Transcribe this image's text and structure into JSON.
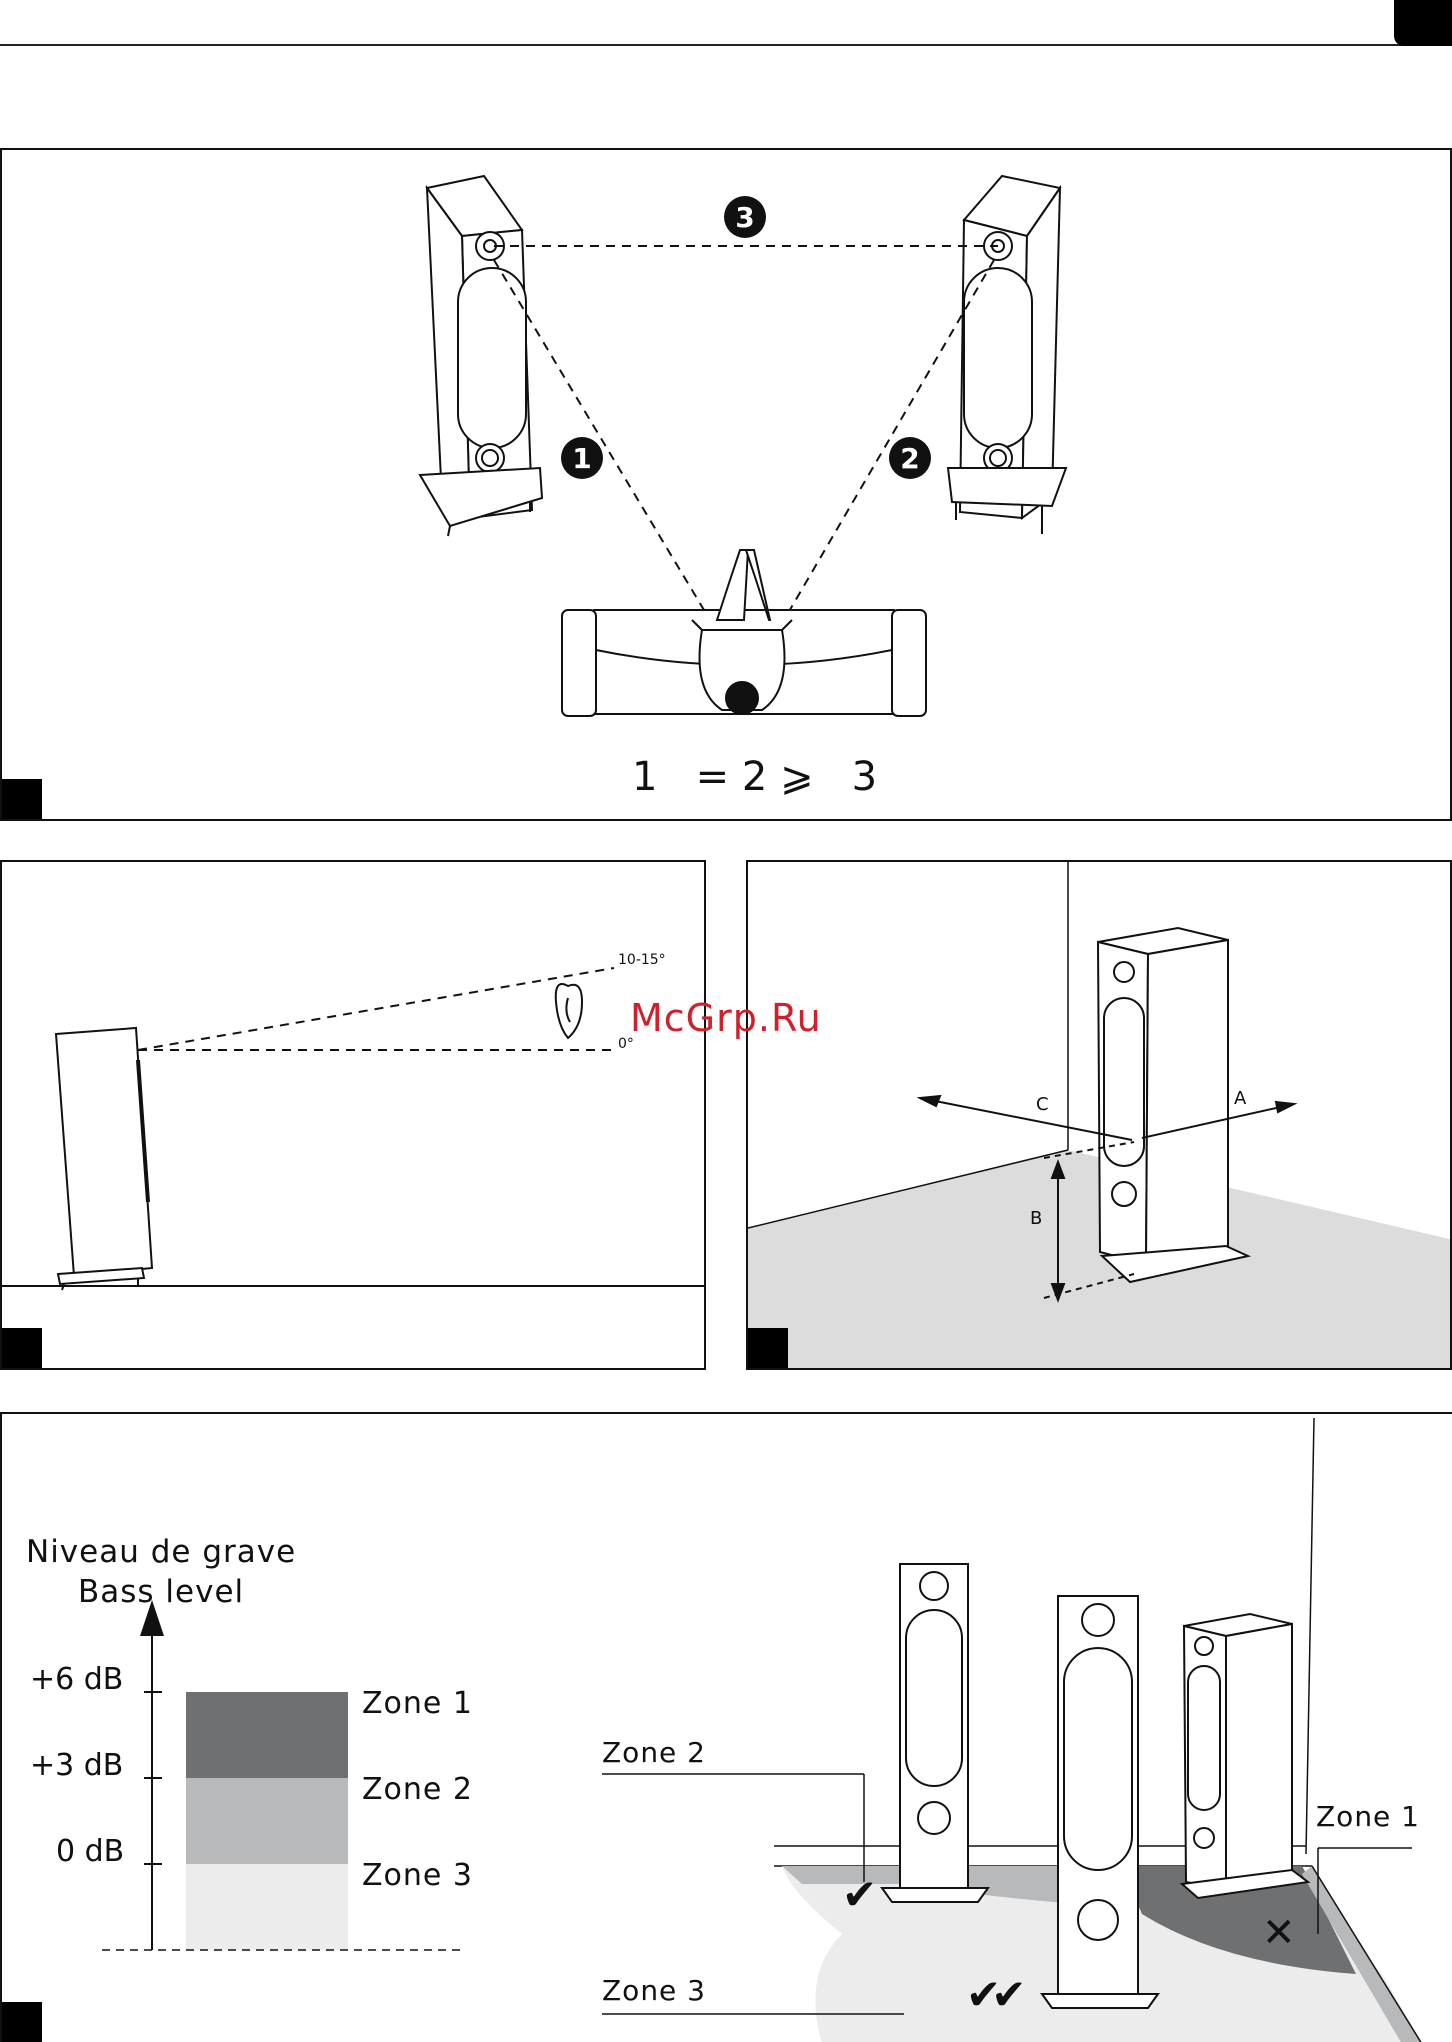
{
  "header": {
    "page_tab": ""
  },
  "panel1": {
    "labels": [
      "1",
      "2",
      "3"
    ],
    "formula": "1   = 2 ⩾   3"
  },
  "panel2": {
    "angle_top": "10-15°",
    "angle_bottom": "0°"
  },
  "panel3": {
    "label_a": "A",
    "label_b": "B",
    "label_c": "C"
  },
  "panel4": {
    "axis_title_fr": "Niveau de grave",
    "axis_title_en": "Bass level",
    "ticks": [
      "+6 dB",
      "+3 dB",
      "0 dB"
    ],
    "zones": [
      {
        "name": "Zone 1",
        "color": "#6f7072"
      },
      {
        "name": "Zone 2",
        "color": "#b8b9bb"
      },
      {
        "name": "Zone 3",
        "color": "#ececec"
      }
    ],
    "room_zone_labels": {
      "zone2": "Zone 2",
      "zone1": "Zone 1",
      "zone3": "Zone 3"
    },
    "marks": {
      "good": "✔",
      "best": "✔✔",
      "bad": "✕"
    }
  },
  "watermark": "McGrp.Ru"
}
